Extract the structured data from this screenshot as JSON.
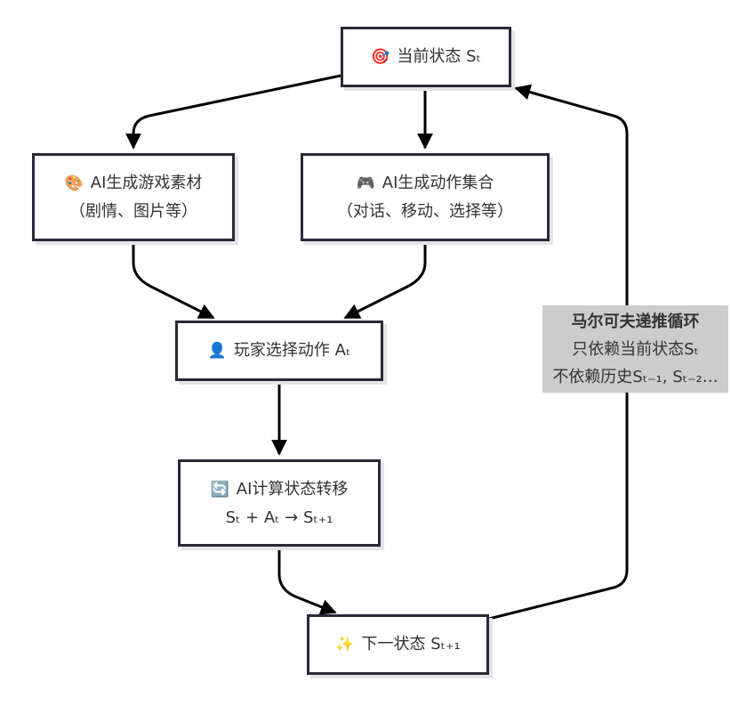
{
  "nodes": {
    "current": {
      "icon": "target-icon",
      "glyph": "🎯",
      "line1": "当前状态 Sₜ"
    },
    "assets": {
      "icon": "palette-icon",
      "glyph": "🎨",
      "line1": "AI生成游戏素材",
      "line2": "（剧情、图片等）"
    },
    "actions": {
      "icon": "gamepad-icon",
      "glyph": "🎮",
      "line1": "AI生成动作集合",
      "line2": "（对话、移动、选择等）"
    },
    "player": {
      "icon": "user-icon",
      "glyph": "👤",
      "line1": "玩家选择动作 Aₜ"
    },
    "compute": {
      "icon": "refresh-icon",
      "glyph": "🔄",
      "line1": "AI计算状态转移",
      "line2": "Sₜ + Aₜ → Sₜ₊₁"
    },
    "next": {
      "icon": "sparkles-icon",
      "glyph": "✨",
      "line1": "下一状态 Sₜ₊₁"
    }
  },
  "edge_label": {
    "title": "马尔可夫递推循环",
    "line1": "只依赖当前状态Sₜ",
    "line2": "不依赖历史Sₜ₋₁, Sₜ₋₂…"
  }
}
